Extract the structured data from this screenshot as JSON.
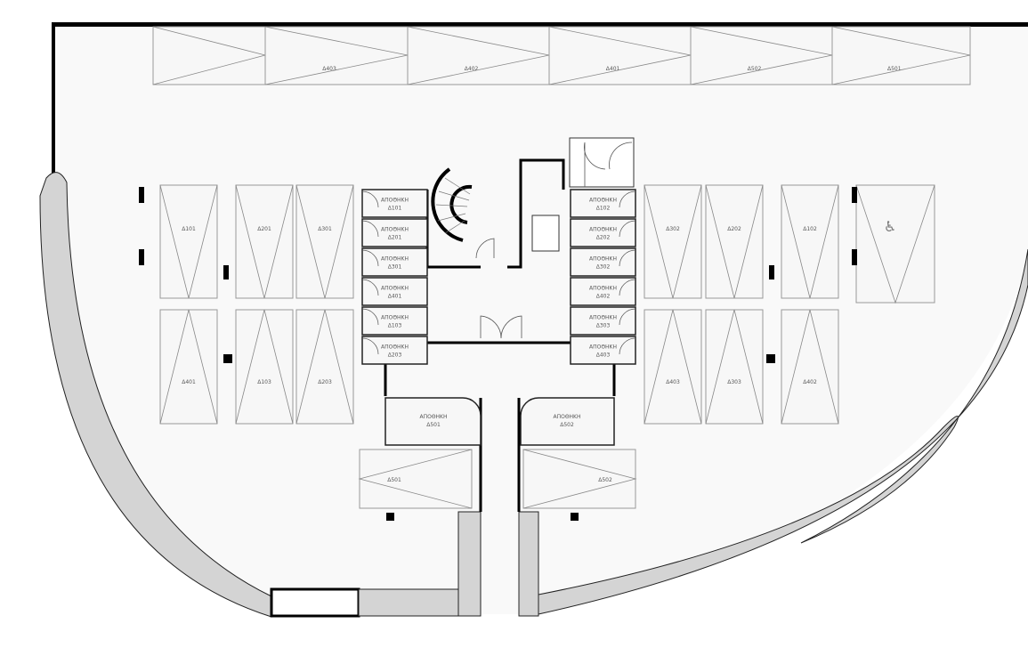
{
  "top_row": [
    "",
    "Δ403",
    "Δ402",
    "Δ401",
    "Δ502",
    "Δ501"
  ],
  "left_parking_upper": [
    "Δ101",
    "Δ201",
    "Δ301"
  ],
  "left_parking_lower": [
    "Δ401",
    "Δ103",
    "Δ203"
  ],
  "right_parking_upper": [
    "Δ302",
    "Δ202",
    "Δ102"
  ],
  "right_parking_lower": [
    "Δ403",
    "Δ303",
    "Δ402"
  ],
  "accessible_space": {
    "icon": "wheelchair-icon",
    "symbol": "♿"
  },
  "storage_word": "ΑΠΟΘΗΚΗ",
  "left_storage": [
    "Δ101",
    "Δ201",
    "Δ301",
    "Δ401",
    "Δ103",
    "Δ203"
  ],
  "right_storage": [
    "Δ102",
    "Δ202",
    "Δ302",
    "Δ402",
    "Δ303",
    "Δ403"
  ],
  "bottom_storage": [
    "Δ501",
    "Δ502"
  ],
  "bottom_parking": [
    "Δ501",
    "Δ502"
  ],
  "colors": {
    "wall": "#000000",
    "curved_wall": "#d4d4d4",
    "floor": "#f7f7f7"
  }
}
